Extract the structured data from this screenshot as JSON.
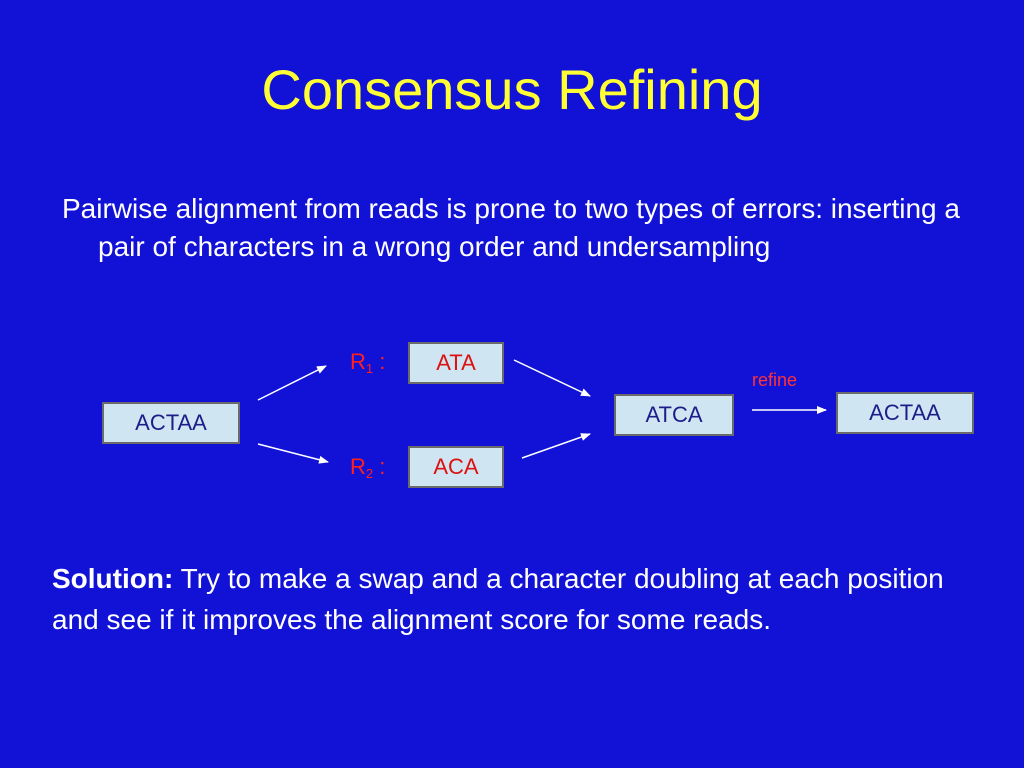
{
  "slide": {
    "title": "Consensus Refining",
    "body": "Pairwise alignment from reads is prone to two types of errors: inserting a pair of characters in a wrong order and undersampling",
    "diagram": {
      "source_box": "ACTAA",
      "r1_label": "R",
      "r1_sub": "1",
      "r1_colon": " :",
      "r1_box": "ATA",
      "r2_label": "R",
      "r2_sub": "2",
      "r2_colon": " :",
      "r2_box": "ACA",
      "consensus_box": "ATCA",
      "refine_label": "refine",
      "result_box": "ACTAA"
    },
    "solution_label": "Solution:",
    "solution_text": " Try to make a swap and a character doubling at each position and see if it improves the alignment score for some reads."
  },
  "colors": {
    "background": "#1212d6",
    "title": "#ffff33",
    "box_fill": "#cfe6f2",
    "box_text_blue": "#1d1d8a",
    "box_text_red": "#dd1111",
    "label_red": "#ff2020"
  }
}
